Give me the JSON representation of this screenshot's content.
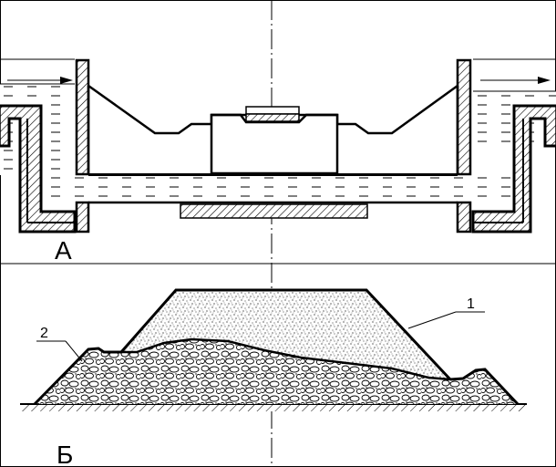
{
  "panels": {
    "a": {
      "label": "А"
    },
    "b": {
      "label": "Б"
    }
  },
  "callouts": {
    "one": "1",
    "two": "2"
  },
  "colors": {
    "ink": "#000000",
    "paper": "#ffffff"
  }
}
